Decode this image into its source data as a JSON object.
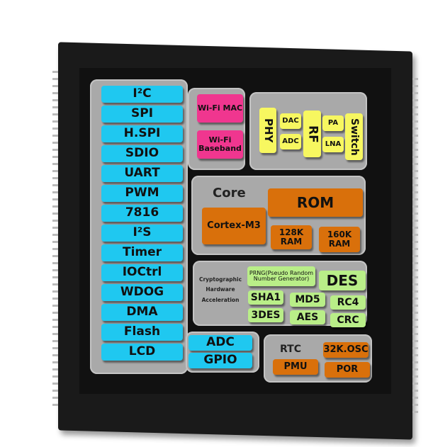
{
  "peripherals": [
    "I²C",
    "SPI",
    "H.SPI",
    "SDIO",
    "UART",
    "PWM",
    "7816",
    "I²S",
    "Timer",
    "IOCtrl",
    "WDOG",
    "DMA",
    "Flash",
    "LCD"
  ],
  "io": {
    "adc": "ADC",
    "gpio": "GPIO"
  },
  "wifi": {
    "mac": "Wi-Fi MAC",
    "baseband": "Wi-Fi Baseband"
  },
  "rf": {
    "phy": "PHY",
    "dac": "DAC",
    "adc": "ADC",
    "rf": "RF",
    "pa": "PA",
    "lna": "LNA",
    "switch": "Switch"
  },
  "core": {
    "title": "Core",
    "rom": "ROM",
    "cpu": "Cortex-M3",
    "ram1": "128K RAM",
    "ram2": "160K RAM"
  },
  "crypto": {
    "title": "Cryptographic Hardware Acceleration",
    "prng": "PRNG(Pseudo Random Number Generator)",
    "des": "DES",
    "sha1": "SHA1",
    "md5": "MD5",
    "rc4": "RC4",
    "des3": "3DES",
    "aes": "AES",
    "crc": "CRC"
  },
  "power": {
    "rtc": "RTC",
    "osc": "32K.OSC",
    "pmu": "PMU",
    "por": "POR"
  }
}
